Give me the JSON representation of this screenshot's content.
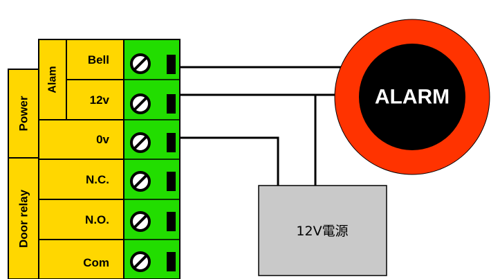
{
  "terminal_block": {
    "groups": {
      "alarm": "Alam",
      "power": "Power",
      "door_relay": "Door relay"
    },
    "terminals": [
      {
        "label": "Bell"
      },
      {
        "label": "12v"
      },
      {
        "label": "0v"
      },
      {
        "label": "N.C."
      },
      {
        "label": "N.O."
      },
      {
        "label": "Com"
      }
    ]
  },
  "alarm_device": {
    "label": "ALARM"
  },
  "power_supply": {
    "label": "12V電源"
  },
  "colors": {
    "panel_yellow": "#FFD700",
    "terminal_green": "#22DD00",
    "alarm_ring": "#FF3300",
    "alarm_center": "#000000",
    "supply_box": "#C9C9C9",
    "wire": "#000000"
  },
  "icons": {
    "screw": "screw-terminal-icon",
    "contact": "terminal-contact-icon"
  }
}
